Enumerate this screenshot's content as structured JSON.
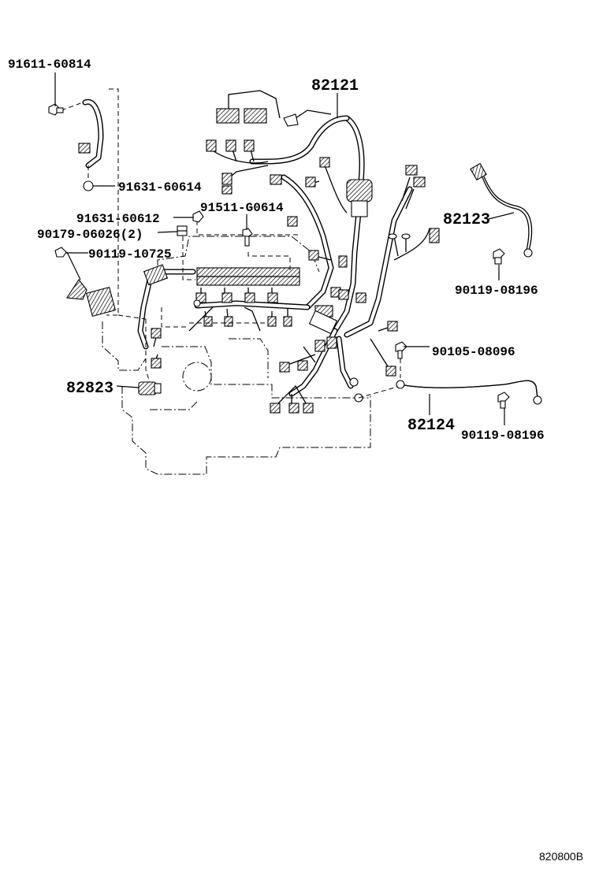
{
  "parts": {
    "p_91611_60814": "91611-60814",
    "p_91631_60614": "91631-60614",
    "p_91631_60612": "91631-60612",
    "p_91511_G0614": "91511-G0614",
    "p_90179_06026": "90179-06026(2)",
    "p_90119_10725": "90119-10725",
    "p_82121": "82121",
    "p_82123": "82123",
    "p_90119_08196_a": "90119-08196",
    "p_90105_08096": "90105-08096",
    "p_82823": "82823",
    "p_82124": "82124",
    "p_90119_08196_b": "90119-08196"
  },
  "diagram_code": "820800B"
}
